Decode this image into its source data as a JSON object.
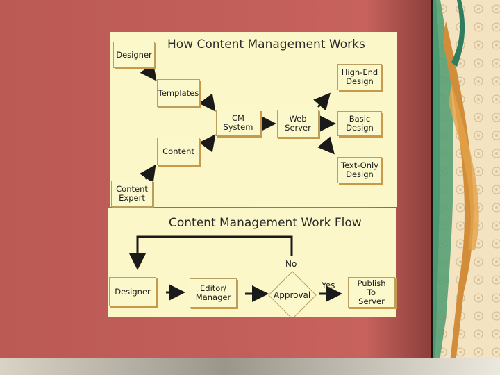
{
  "top_diagram": {
    "title": "How Content Management Works",
    "nodes": {
      "designer": "Designer",
      "templates": "Templates",
      "content": "Content",
      "content_expert": "Content\nExpert",
      "cm_system": "CM System",
      "web_server": "Web\nServer",
      "high_end": "High-End\nDesign",
      "basic": "Basic\nDesign",
      "text_only": "Text-Only\nDesign"
    }
  },
  "bottom_diagram": {
    "title": "Content Management Work Flow",
    "nodes": {
      "designer": "Designer",
      "editor": "Editor/\nManager",
      "approval": "Approval",
      "publish": "Publish\nTo\nServer"
    },
    "labels": {
      "no": "No",
      "yes": "Yes"
    }
  },
  "colors": {
    "background": "#bf5e5a",
    "panel": "#fbf7c9",
    "box_shadow": "#c79a4a"
  }
}
